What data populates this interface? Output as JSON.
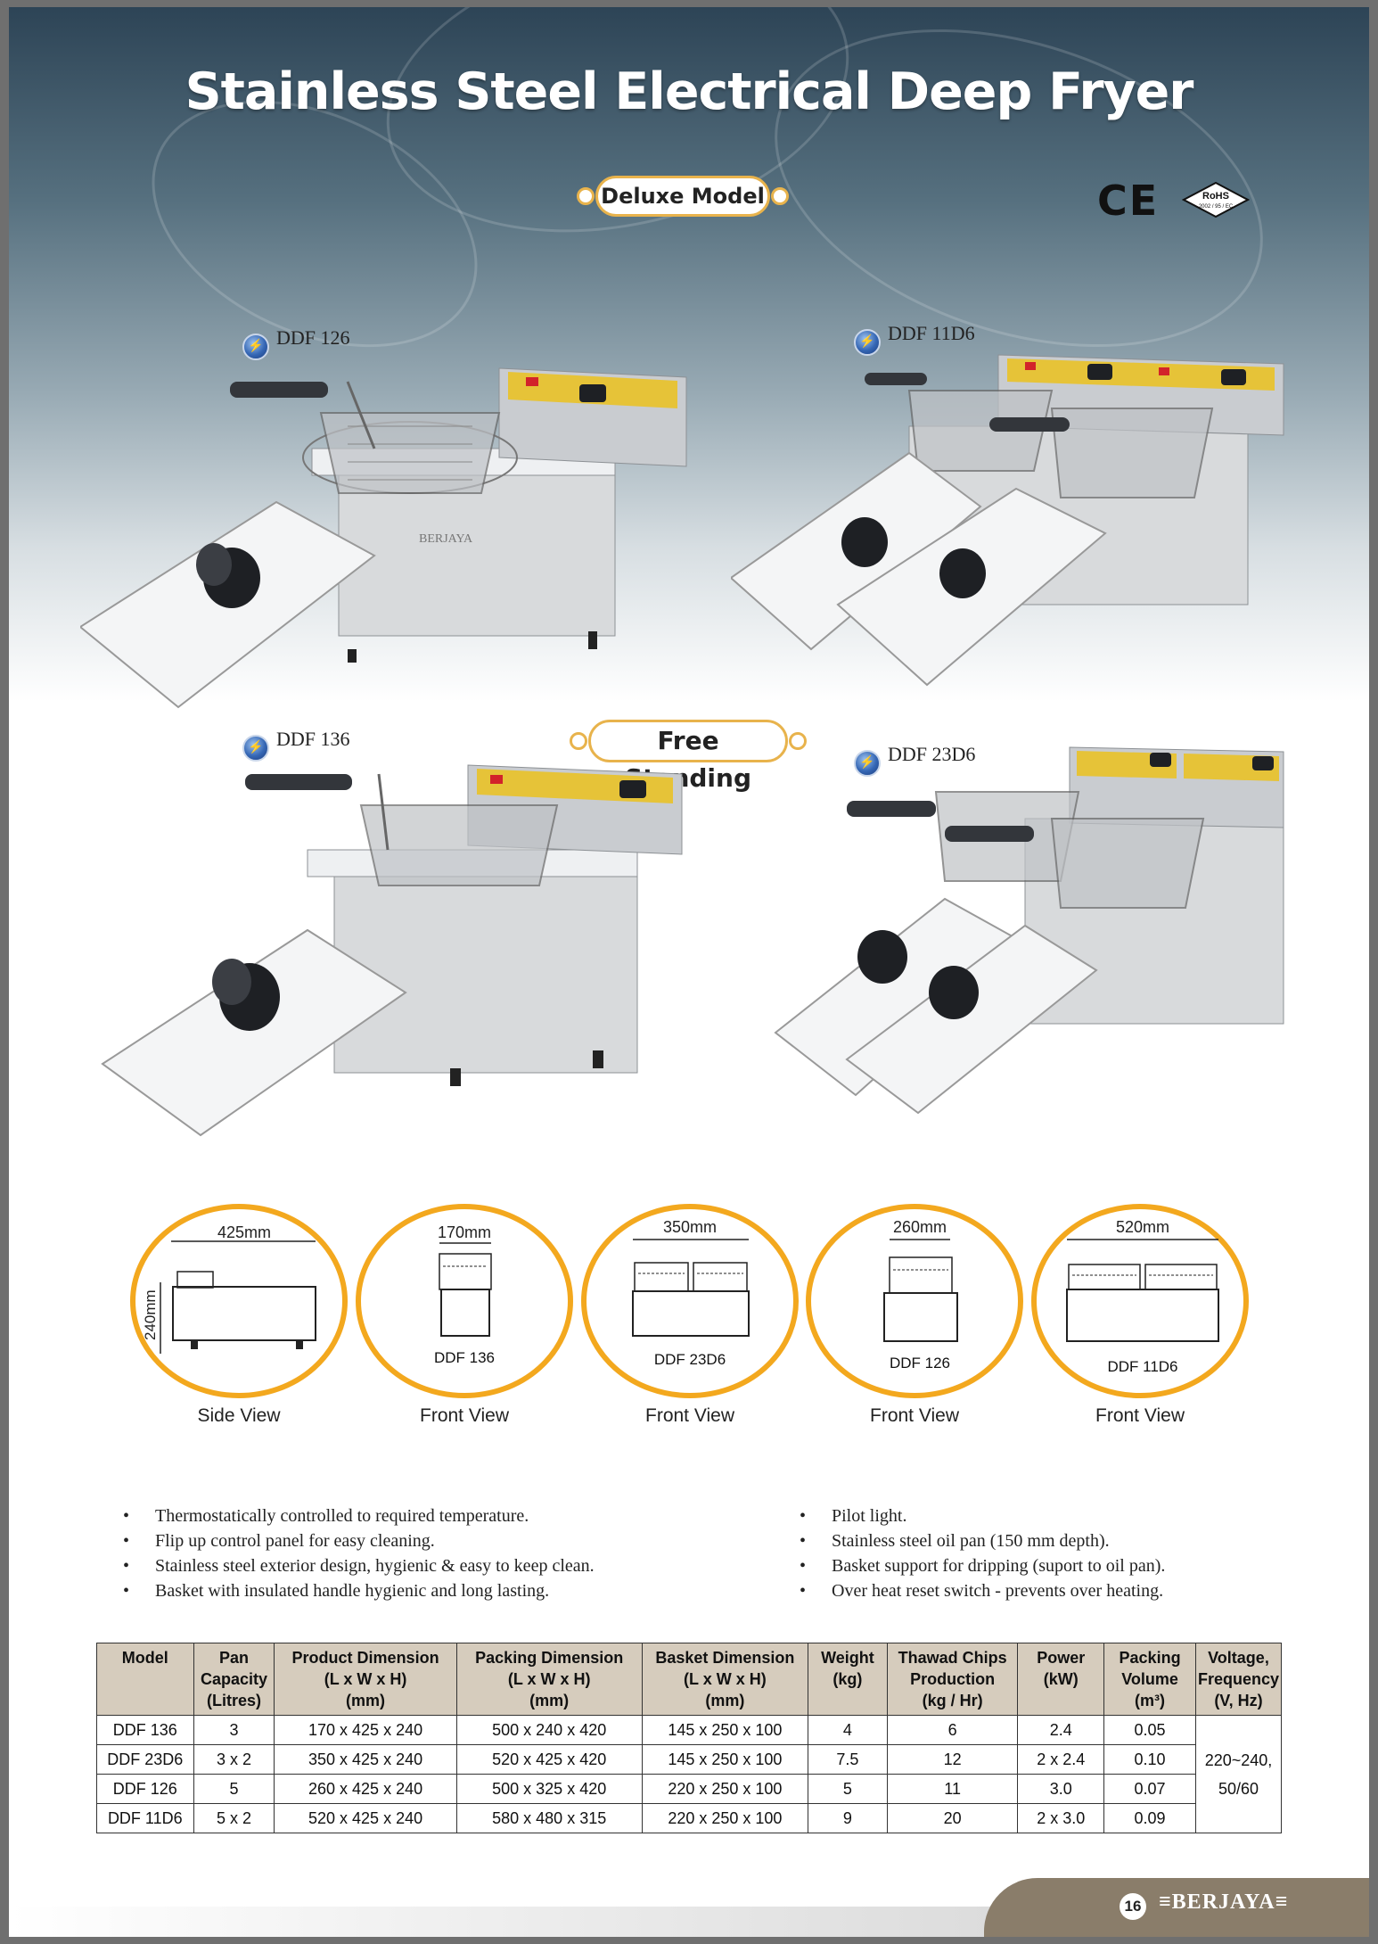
{
  "title": "Stainless Steel Electrical Deep Fryer",
  "badge_deluxe": "Deluxe Model",
  "badge_free": "Free Standing",
  "cert": {
    "ce": "CE",
    "rohs": "RoHS",
    "rohs_sub": "2002 / 95 / EC"
  },
  "models": {
    "ddf126": "DDF 126",
    "ddf11d6": "DDF 11D6",
    "ddf136": "DDF 136",
    "ddf23d6": "DDF 23D6"
  },
  "product_image_brand": "BERJAYA",
  "views": [
    {
      "dim": "425mm",
      "dim2": "240mm",
      "model": "",
      "caption": "Side View"
    },
    {
      "dim": "170mm",
      "model": "DDF 136",
      "caption": "Front View"
    },
    {
      "dim": "350mm",
      "model": "DDF 23D6",
      "caption": "Front View"
    },
    {
      "dim": "260mm",
      "model": "DDF 126",
      "caption": "Front View"
    },
    {
      "dim": "520mm",
      "model": "DDF 11D6",
      "caption": "Front View"
    }
  ],
  "features_left": [
    "Thermostatically controlled to required temperature.",
    "Flip up control panel for easy cleaning.",
    "Stainless steel exterior design, hygienic & easy to keep clean.",
    "Basket with insulated handle hygienic and long lasting."
  ],
  "features_right": [
    "Pilot light.",
    "Stainless steel oil pan (150 mm depth).",
    "Basket support for dripping (suport to oil pan).",
    "Over heat reset switch - prevents over heating."
  ],
  "table": {
    "headers": [
      [
        "Model"
      ],
      [
        "Pan",
        "Capacity",
        "(Litres)"
      ],
      [
        "Product Dimension",
        "(L x W x H)",
        "(mm)"
      ],
      [
        "Packing Dimension",
        "(L x W x H)",
        "(mm)"
      ],
      [
        "Basket Dimension",
        "(L x W x H)",
        "(mm)"
      ],
      [
        "Weight",
        "(kg)"
      ],
      [
        "Thawad Chips",
        "Production",
        "(kg / Hr)"
      ],
      [
        "Power",
        "(kW)"
      ],
      [
        "Packing",
        "Volume",
        "(m³)"
      ],
      [
        "Voltage,",
        "Frequency",
        "(V, Hz)"
      ]
    ],
    "rows": [
      [
        "DDF 136",
        "3",
        "170 x 425 x 240",
        "500 x 240 x 420",
        "145 x 250 x 100",
        "4",
        "6",
        "2.4",
        "0.05"
      ],
      [
        "DDF 23D6",
        "3 x 2",
        "350 x 425 x 240",
        "520 x 425 x 420",
        "145 x 250 x 100",
        "7.5",
        "12",
        "2 x 2.4",
        "0.10"
      ],
      [
        "DDF 126",
        "5",
        "260 x 425 x 240",
        "500 x 325 x 420",
        "220 x 250 x 100",
        "5",
        "11",
        "3.0",
        "0.07"
      ],
      [
        "DDF 11D6",
        "5 x 2",
        "520 x 425 x 240",
        "580 x 480 x 315",
        "220 x 250 x 100",
        "9",
        "20",
        "2 x 3.0",
        "0.09"
      ]
    ],
    "voltage_line1": "220~240,",
    "voltage_line2": "50/60"
  },
  "footer": {
    "page": "16",
    "brand": "≡BERJAYA≡"
  }
}
